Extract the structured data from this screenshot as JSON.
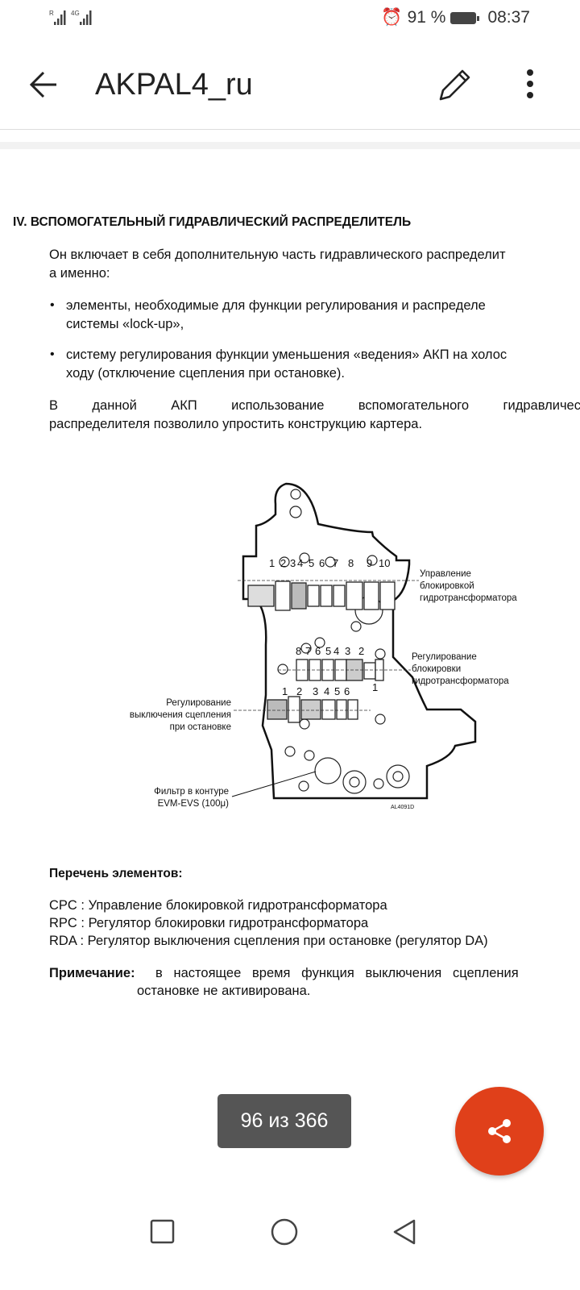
{
  "status_bar": {
    "signal1_label": "R",
    "signal2_label": "4G",
    "battery_percent": "91 %",
    "time": "08:37",
    "icons": [
      "alarm-icon",
      "battery-icon"
    ]
  },
  "app_bar": {
    "title": "AKPAL4_ru",
    "icons": [
      "back-arrow-icon",
      "edit-pencil-icon",
      "more-vert-icon"
    ]
  },
  "document": {
    "heading": "IV. ВСПОМОГАТЕЛЬНЫЙ ГИДРАВЛИЧЕСКИЙ РАСПРЕДЕЛИТЕЛЬ",
    "intro": [
      "Он включает в себя дополнительную часть гидравлического распределит",
      "а именно:"
    ],
    "bullets": [
      [
        "элементы, необходимые для функции регулирования и распределе",
        "системы «lock-up»,"
      ],
      [
        "систему регулирования функции уменьшения «ведения» АКП на холос",
        "ходу (отключение сцепления при остановке)."
      ]
    ],
    "para_line1_words": [
      "В",
      "данной",
      "АКП",
      "использование",
      "вспомогательного",
      "гидравличес"
    ],
    "para_line2": "распределителя позволило упростить конструкцию картера.",
    "figure": {
      "top_numbers": [
        "1",
        "2",
        "3",
        "4",
        "5",
        "6",
        "7",
        "8",
        "9",
        "10"
      ],
      "mid_numbers": [
        "8",
        "7",
        "6",
        "5",
        "4",
        "3",
        "2",
        "1"
      ],
      "low_numbers": [
        "1",
        "2",
        "3",
        "4",
        "5",
        "6"
      ],
      "label_cpc": [
        "Управление",
        "блокировкой",
        "гидротрансформатора"
      ],
      "label_rpc": [
        "Регулирование",
        "блокировки",
        "гидротрансформатора"
      ],
      "label_rda": [
        "Регулирование",
        "выключения сцепления",
        "при остановке"
      ],
      "label_filter": [
        "Фильтр в контуре",
        "EVM-EVS (100μ)"
      ],
      "code": "AL4091D"
    },
    "list_title": "Перечень элементов:",
    "list": [
      "CPC : Управление блокировкой гидротрансформатора",
      "RPC : Регулятор блокировки гидротрансформатора",
      "RDA : Регулятор выключения сцепления при остановке (регулятор DA)"
    ],
    "note_label": "Примечание:",
    "note_line1": "в   настоящее   время   функция   выключения   сцепления",
    "note_line2": "остановке не активирована."
  },
  "page_indicator": "96 из 366",
  "fab": {
    "icon": "share-icon",
    "color": "#E0401A"
  },
  "nav_bar": {
    "icons": [
      "recent-apps-square-icon",
      "home-circle-icon",
      "back-triangle-icon"
    ]
  }
}
